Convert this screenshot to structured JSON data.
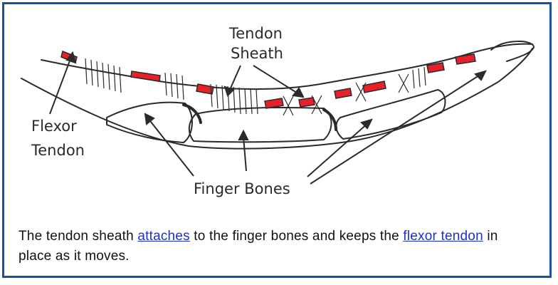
{
  "diagram": {
    "labels": {
      "tendon_sheath_line1": "Tendon",
      "tendon_sheath_line2": "Sheath",
      "flexor_tendon_line1": "Flexor",
      "flexor_tendon_line2": "Tendon",
      "finger_bones": "Finger Bones"
    },
    "colors": {
      "frame": "#1f4fa0",
      "tendon_red": "#e8202a",
      "ink": "#2a2a2a",
      "link": "#1a2fd6"
    }
  },
  "caption": {
    "part1": "The tendon sheath ",
    "link1": "attaches",
    "part2": " to the finger bones and keeps the ",
    "link2": "flexor tendon",
    "part3": " in place as it moves."
  }
}
